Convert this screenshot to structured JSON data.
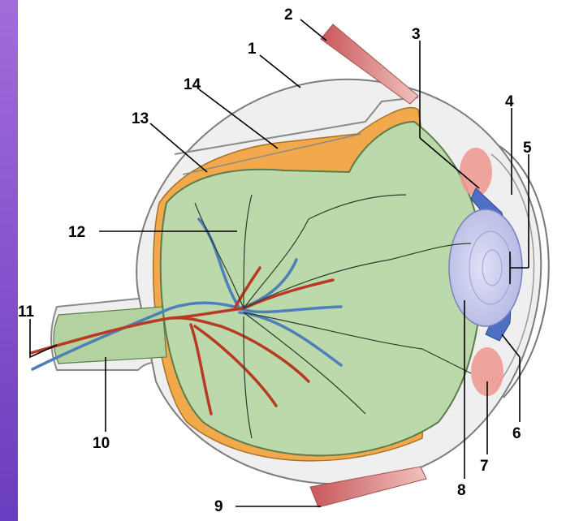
{
  "labels": {
    "l1": "1",
    "l2": "2",
    "l3": "3",
    "l4": "4",
    "l5": "5",
    "l6": "6",
    "l7": "7",
    "l8": "8",
    "l9": "9",
    "l10": "10",
    "l11": "11",
    "l12": "12",
    "l13": "13",
    "l14": "14"
  },
  "colors": {
    "background_gradient_top": "#a06ad8",
    "background_gradient_bottom": "#6d3cc0",
    "sclera": "#eeeeee",
    "sclera_outline": "#8a8a8a",
    "choroid": "#f2a94c",
    "retina": "#b8d7a8",
    "vitreous": "#c9e0bd",
    "lens": "#c6c8ec",
    "iris": "#4d6fc4",
    "ciliary_body": "#ee9a93",
    "muscle": "#d77a78",
    "artery": "#b83a24",
    "vein": "#4f7fb8"
  }
}
